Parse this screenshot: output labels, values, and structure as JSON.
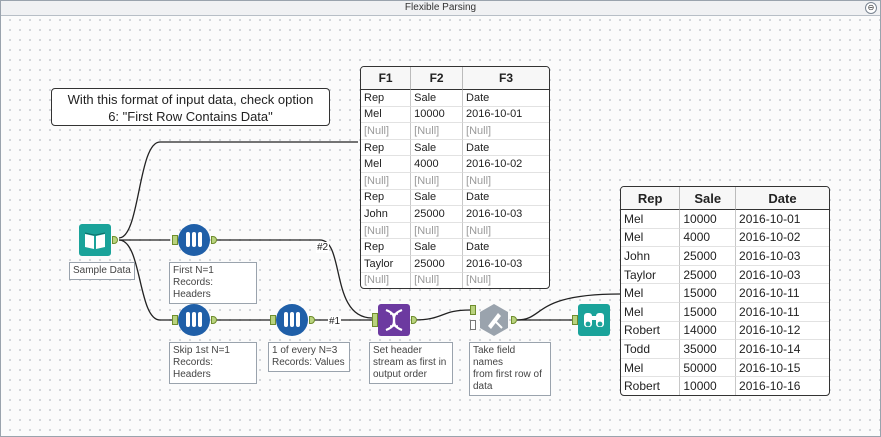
{
  "canvas": {
    "title": "Flexible Parsing",
    "collapse_icon": "⊖"
  },
  "comment": {
    "text_line1": "With this format of input data, check option",
    "text_line2": "6: \"First Row Contains Data\""
  },
  "input_table": {
    "columns": [
      "F1",
      "F2",
      "F3"
    ],
    "rows": [
      [
        "Rep",
        "Sale",
        "Date"
      ],
      [
        "Mel",
        "10000",
        "2016-10-01"
      ],
      [
        "[Null]",
        "[Null]",
        "[Null]"
      ],
      [
        "Rep",
        "Sale",
        "Date"
      ],
      [
        "Mel",
        "4000",
        "2016-10-02"
      ],
      [
        "[Null]",
        "[Null]",
        "[Null]"
      ],
      [
        "Rep",
        "Sale",
        "Date"
      ],
      [
        "John",
        "25000",
        "2016-10-03"
      ],
      [
        "[Null]",
        "[Null]",
        "[Null]"
      ],
      [
        "Rep",
        "Sale",
        "Date"
      ],
      [
        "Taylor",
        "25000",
        "2016-10-03"
      ],
      [
        "[Null]",
        "[Null]",
        "[Null]"
      ]
    ]
  },
  "output_table": {
    "columns": [
      "Rep",
      "Sale",
      "Date"
    ],
    "rows": [
      [
        "Mel",
        "10000",
        "2016-10-01"
      ],
      [
        "Mel",
        "4000",
        "2016-10-02"
      ],
      [
        "John",
        "25000",
        "2016-10-03"
      ],
      [
        "Taylor",
        "25000",
        "2016-10-03"
      ],
      [
        "Mel",
        "15000",
        "2016-10-11"
      ],
      [
        "Mel",
        "15000",
        "2016-10-11"
      ],
      [
        "Robert",
        "14000",
        "2016-10-12"
      ],
      [
        "Todd",
        "35000",
        "2016-10-14"
      ],
      [
        "Mel",
        "50000",
        "2016-10-15"
      ],
      [
        "Robert",
        "10000",
        "2016-10-16"
      ]
    ]
  },
  "tools": {
    "input": {
      "label": "Sample Data",
      "icon": "book-input-icon",
      "color": "#1aa39a"
    },
    "sample_first": {
      "label_line1": "First N=1",
      "label_line2": "Records: Headers",
      "icon": "test-tubes-icon",
      "color": "#1f5fa8"
    },
    "sample_skip": {
      "label_line1": "Skip 1st N=1",
      "label_line2": "Records: Headers",
      "icon": "test-tubes-icon",
      "color": "#1f5fa8"
    },
    "sample_every": {
      "label_line1": "1 of every N=3",
      "label_line2": "Records: Values",
      "icon": "test-tubes-icon",
      "color": "#1f5fa8"
    },
    "union": {
      "label_line1": "Set header",
      "label_line2": "stream as first in",
      "label_line3": "output order",
      "icon": "dna-union-icon",
      "color": "#6c3aa0"
    },
    "dynamic_rename": {
      "label_line1": "Take field names",
      "label_line2": "from first row of",
      "label_line3": "data",
      "icon": "dynamic-rename-icon",
      "color": "#9aa3ad"
    },
    "browse": {
      "icon": "binoculars-icon",
      "color": "#1aa39a"
    }
  },
  "wires": {
    "label_2": "#2",
    "label_1": "#1"
  }
}
